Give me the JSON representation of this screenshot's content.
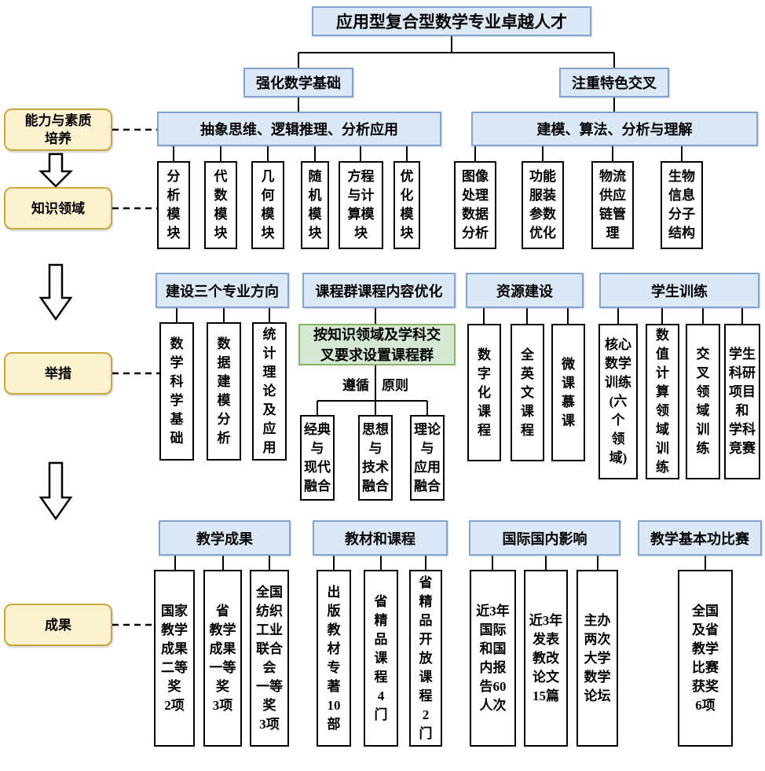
{
  "title": "应用型复合型数学专业卓越人才",
  "side": {
    "ability": "能力与素质\n培养",
    "knowledge": "知识领域",
    "measures": "举措",
    "results": "成果"
  },
  "top": {
    "left_branch": "强化数学基础",
    "right_branch": "注重特色交叉",
    "left_bar": "抽象思维、逻辑推理、分析应用",
    "right_bar": "建模、算法、分析与理解",
    "left_modules": [
      "分\n析\n模\n块",
      "代\n数\n模\n块",
      "几\n何\n模\n块",
      "随\n机\n模\n块",
      "方程\n与计\n算模\n块",
      "优\n化\n模\n块"
    ],
    "right_modules": [
      "图像\n处理\n数据\n分析",
      "功能\n服装\n参数\n优化",
      "物流\n供应\n链管\n理",
      "生物\n信息\n分子\n结构"
    ]
  },
  "measures": {
    "directions": {
      "header": "建设三个专业方向",
      "items": [
        "数\n学\n科\n学\n基\n础",
        "数\n据\n建\n模\n分\n析",
        "统\n计\n理\n论\n及\n应\n用"
      ]
    },
    "curriculum": {
      "header": "课程群课程内容优化",
      "note": "按知识领域及学科交\n叉要求设置课程群",
      "principle_left": "遵循",
      "principle_right": "原则",
      "principles": [
        "经典\n与\n现代\n融合",
        "思想\n与\n技术\n融合",
        "理论\n与\n应用\n融合"
      ]
    },
    "resources": {
      "header": "资源建设",
      "items": [
        "数\n字\n化\n课\n程",
        "全\n英\n文\n课\n程",
        "微\n课\n慕\n课"
      ]
    },
    "training": {
      "header": "学生训练",
      "items": [
        "核心\n数学\n训练\n(六\n个\n领\n域)",
        "数\n值\n计\n算\n领\n域\n训\n练",
        "交\n叉\n领\n域\n训\n练",
        "学生\n科研\n项目\n和\n学科\n竞赛"
      ]
    }
  },
  "results": {
    "teaching": {
      "header": "教学成果",
      "items": [
        "国家\n教学\n成果\n二等\n奖\n2项",
        "省\n教学\n成果\n一等\n奖\n3项",
        "全国\n纺织\n工业\n联合\n会\n一等\n奖\n3项"
      ]
    },
    "materials": {
      "header": "教材和课程",
      "items": [
        "出\n版\n教\n材\n专\n著\n10\n部",
        "省\n精\n品\n课\n程\n4\n门",
        "省\n精\n品\n开\n放\n课\n程\n2\n门"
      ]
    },
    "influence": {
      "header": "国际国内影响",
      "items": [
        "近3年\n国际\n和国\n内报\n告60\n人次",
        "近3年\n发表\n教改\n论文\n15篇",
        "主办\n两次\n大学\n数学\n论坛"
      ]
    },
    "competition": {
      "header": "教学基本功比赛",
      "items": [
        "全国\n及省\n教学\n比赛\n获奖\n6项"
      ]
    }
  },
  "colors": {
    "blue_fill": "#dbe8f6",
    "blue_border": "#85a3cf",
    "yellow_fill": "#fdf2d0",
    "yellow_border": "#c9a83c",
    "green_fill": "#d5e8d4",
    "green_border": "#82b366"
  }
}
